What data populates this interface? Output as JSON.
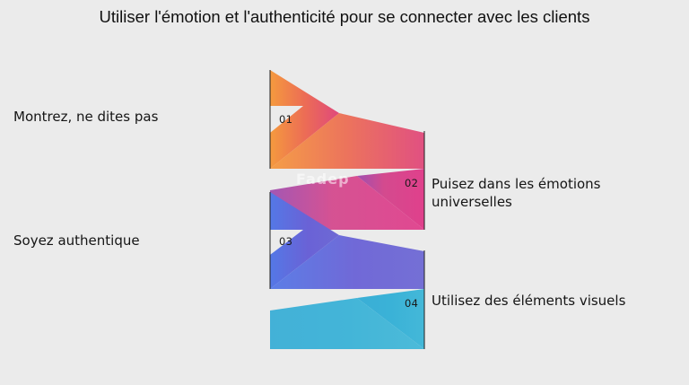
{
  "title": "Utiliser l'émotion et l'authenticité pour se connecter avec les clients",
  "watermark": "Fadep",
  "steps": [
    {
      "number": "01",
      "label": "Montrez, ne dites pas"
    },
    {
      "number": "02",
      "label": "Puisez dans les émotions universelles"
    },
    {
      "number": "03",
      "label": "Soyez authentique"
    },
    {
      "number": "04",
      "label": "Utilisez des éléments visuels"
    }
  ],
  "colors": {
    "background": "#ebebeb",
    "step1": "#f07a3c",
    "step2": "#e3418f",
    "step3": "#5b6ee0",
    "step4": "#3fb3d8"
  }
}
